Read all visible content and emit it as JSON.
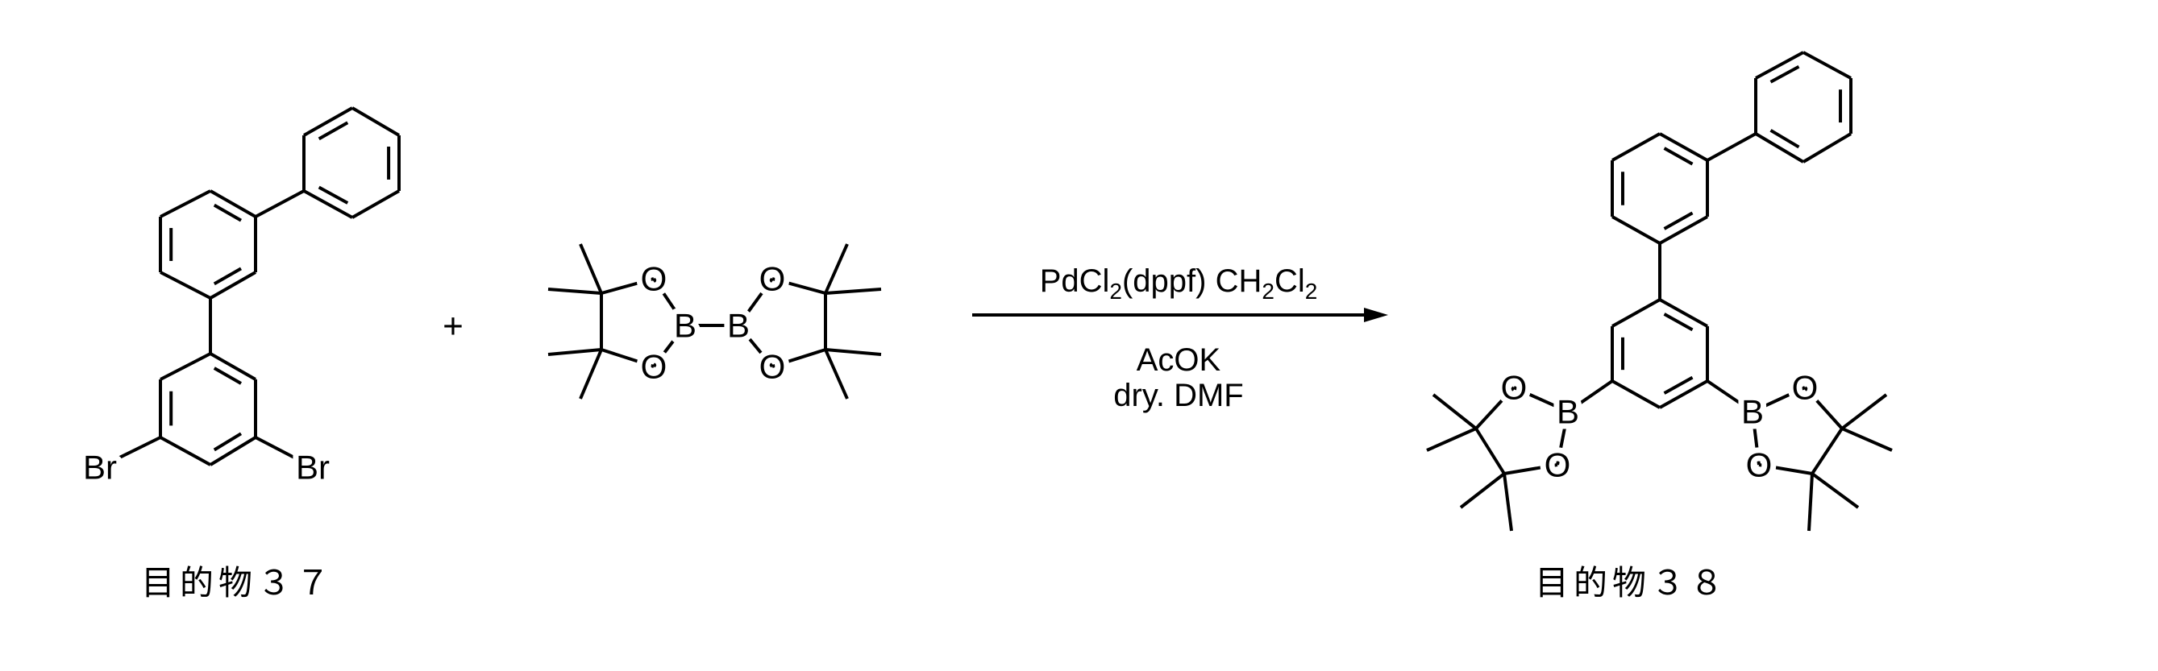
{
  "reaction": {
    "reactant1": {
      "name": "目的物３７",
      "substituent_labels": [
        "Br",
        "Br"
      ]
    },
    "plus_sign": "+",
    "reactant2": {
      "boron_labels": [
        "B",
        "B"
      ],
      "oxygen_labels": [
        "O",
        "O",
        "O",
        "O"
      ]
    },
    "conditions": {
      "above_arrow": [
        {
          "text": "PdCl",
          "sub": false
        },
        {
          "text": "2",
          "sub": true
        },
        {
          "text": "(dppf) CH",
          "sub": false
        },
        {
          "text": "2",
          "sub": true
        },
        {
          "text": "Cl",
          "sub": false
        },
        {
          "text": "2",
          "sub": true
        }
      ],
      "below_arrow": [
        "AcOK",
        "dry. DMF"
      ]
    },
    "product": {
      "name": "目的物３８",
      "boron_labels": [
        "B",
        "B"
      ],
      "oxygen_labels": [
        "O",
        "O",
        "O",
        "O"
      ]
    }
  }
}
